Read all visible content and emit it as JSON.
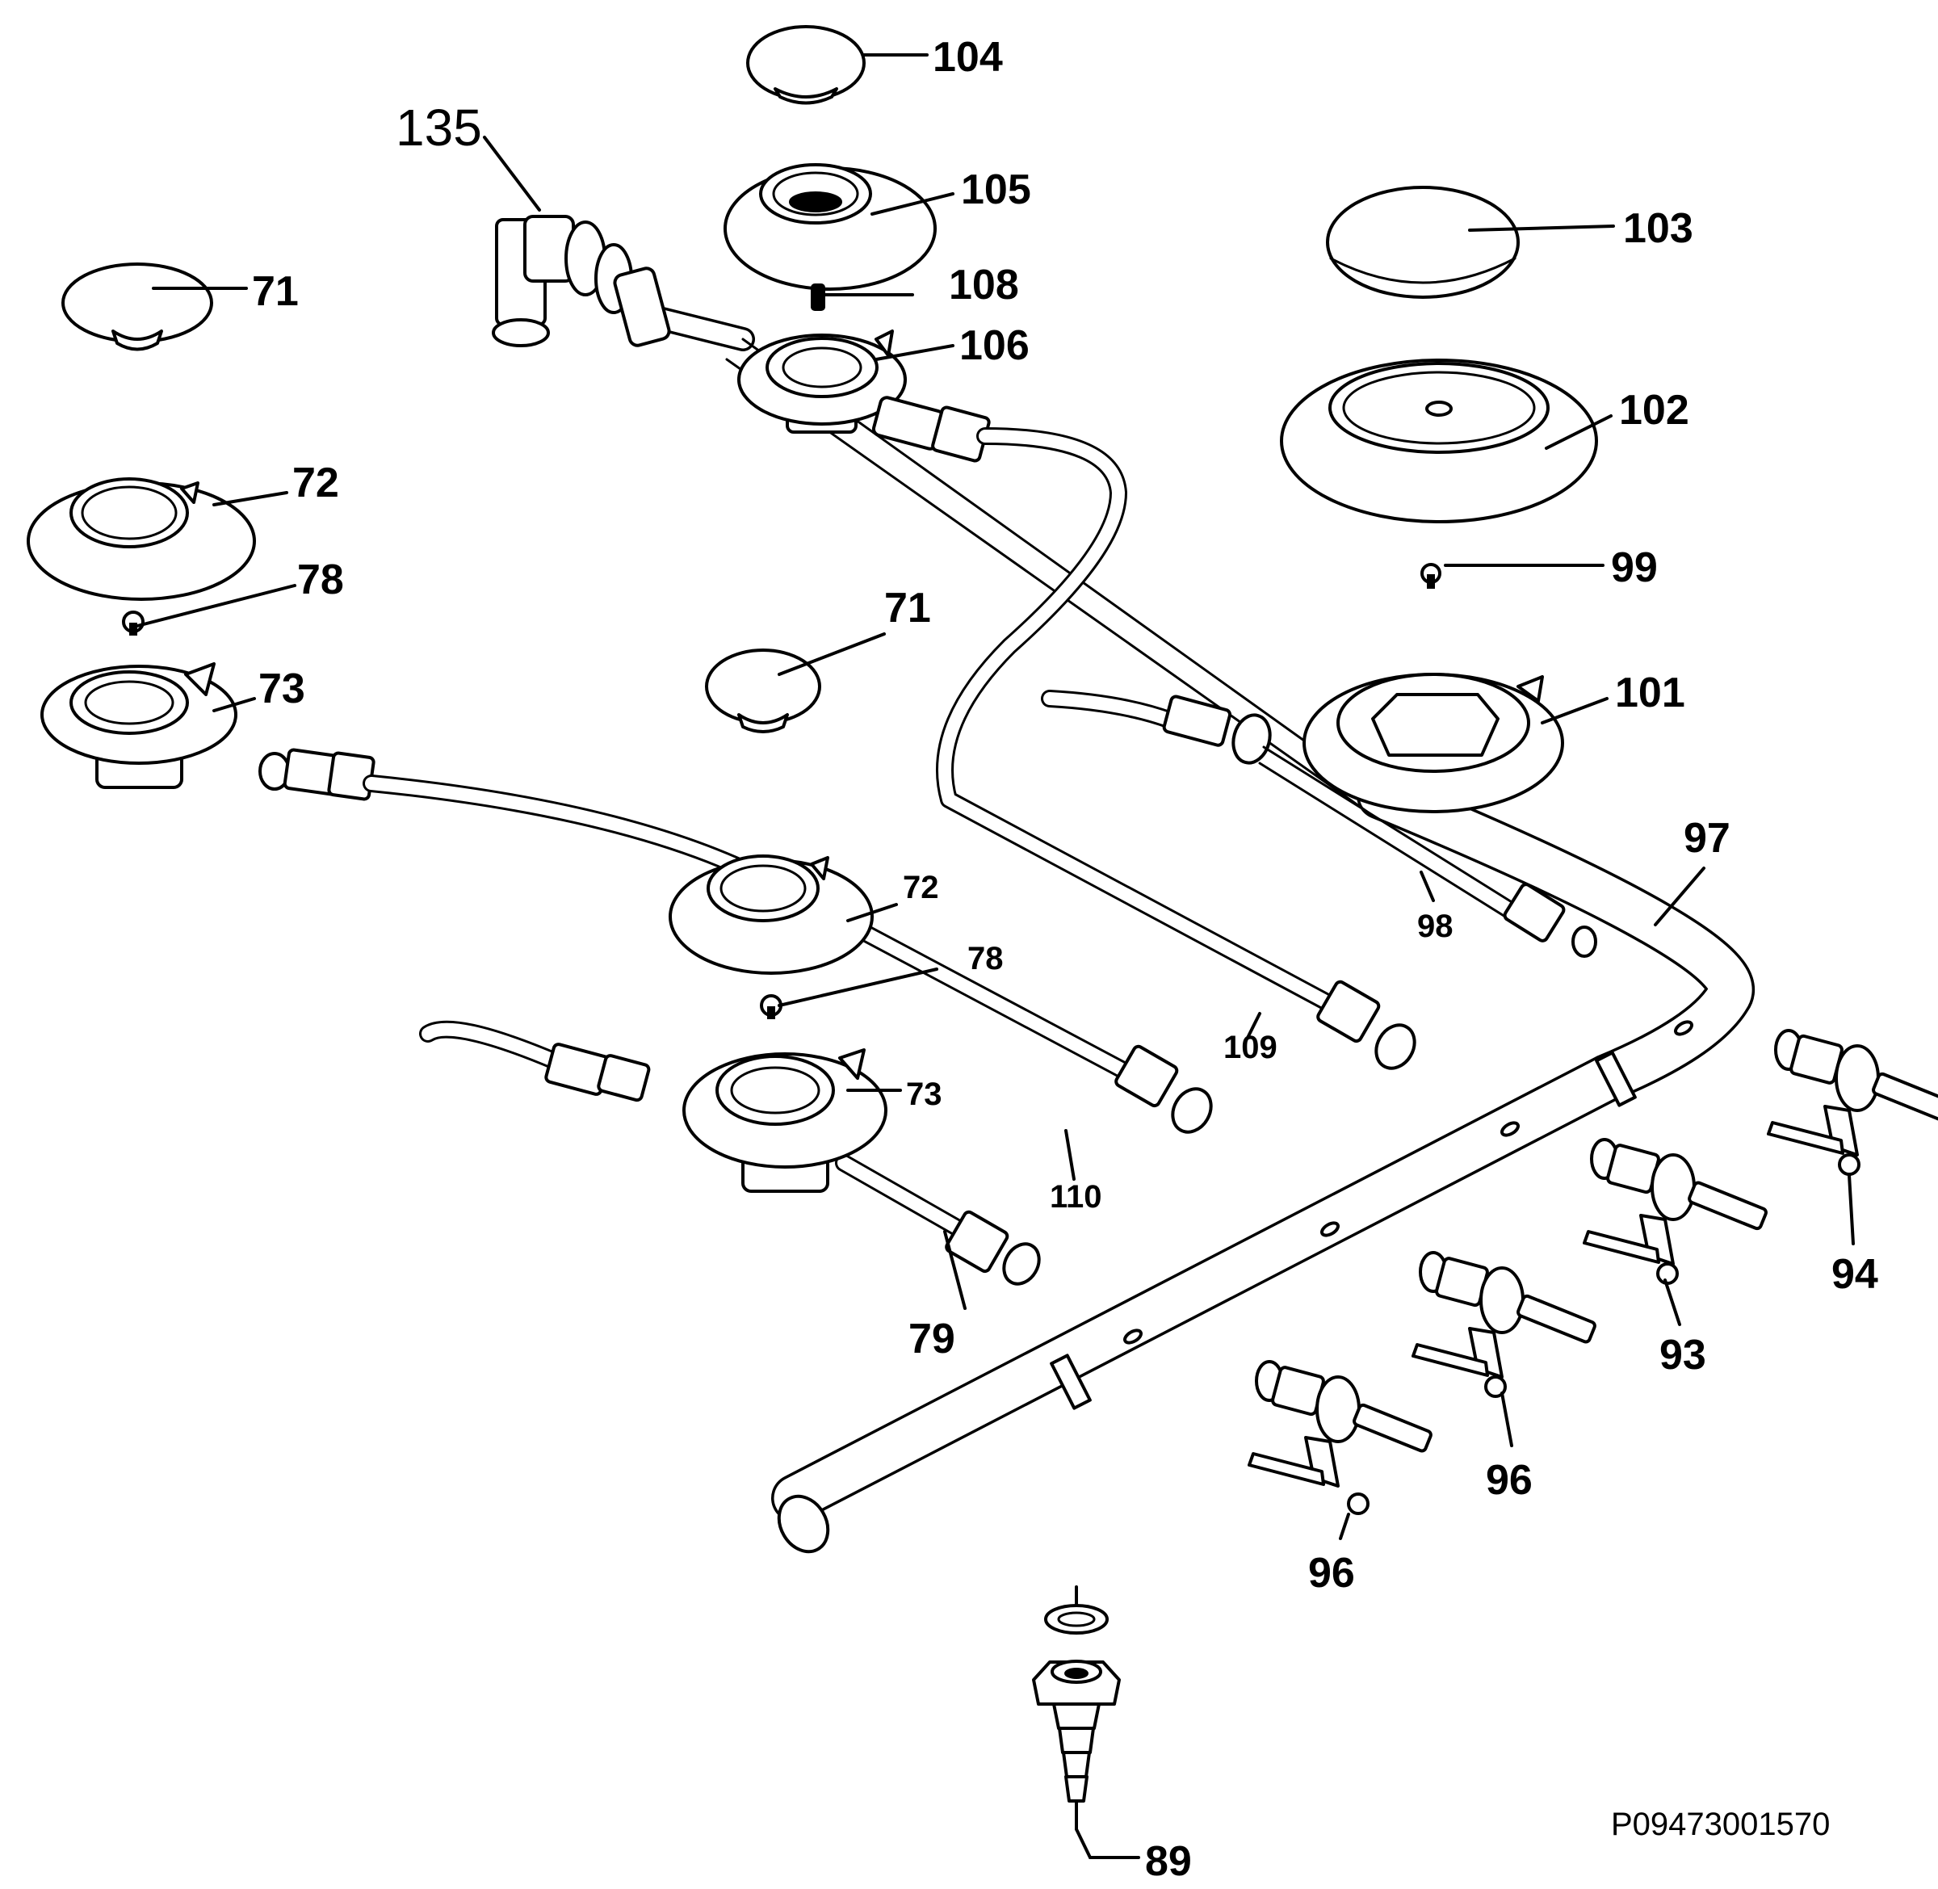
{
  "image_code": "P09473001570",
  "labels": {
    "l104": "104",
    "l135": "135",
    "l105": "105",
    "l103": "103",
    "l71a": "71",
    "l108": "108",
    "l106": "106",
    "l102": "102",
    "l72a": "72",
    "l78a": "78",
    "l99": "99",
    "l71b": "71",
    "l73a": "73",
    "l101": "101",
    "l97": "97",
    "l72b": "72",
    "l98": "98",
    "l78b": "78",
    "l109": "109",
    "l73b": "73",
    "l110": "110",
    "l94": "94",
    "l79": "79",
    "l93": "93",
    "l96a": "96",
    "l96b": "96",
    "l89": "89"
  }
}
